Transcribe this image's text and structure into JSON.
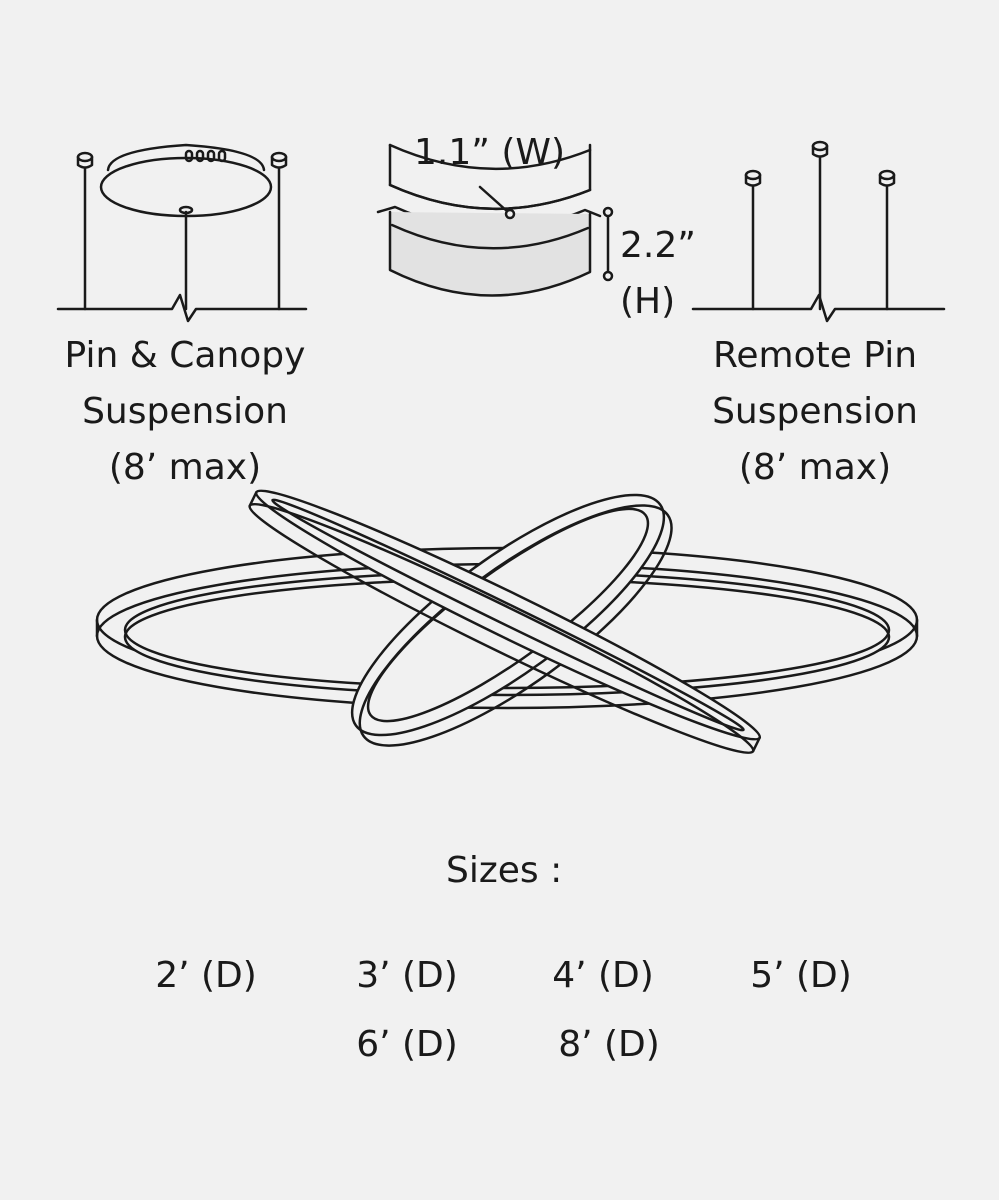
{
  "pin_canopy": {
    "line1": "Pin & Canopy",
    "line2": "Suspension",
    "line3": "(8’ max)"
  },
  "remote_pin": {
    "line1": "Remote Pin",
    "line2": "Suspension",
    "line3": "(8’ max)"
  },
  "profile": {
    "width": "1.1” (W)",
    "height_value": "2.2”",
    "height_unit": "(H)"
  },
  "sizes": {
    "title": "Sizes :",
    "items": [
      "2’ (D)",
      "3’ (D)",
      "4’ (D)",
      "5’ (D)",
      "6’ (D)",
      "8’ (D)"
    ]
  }
}
